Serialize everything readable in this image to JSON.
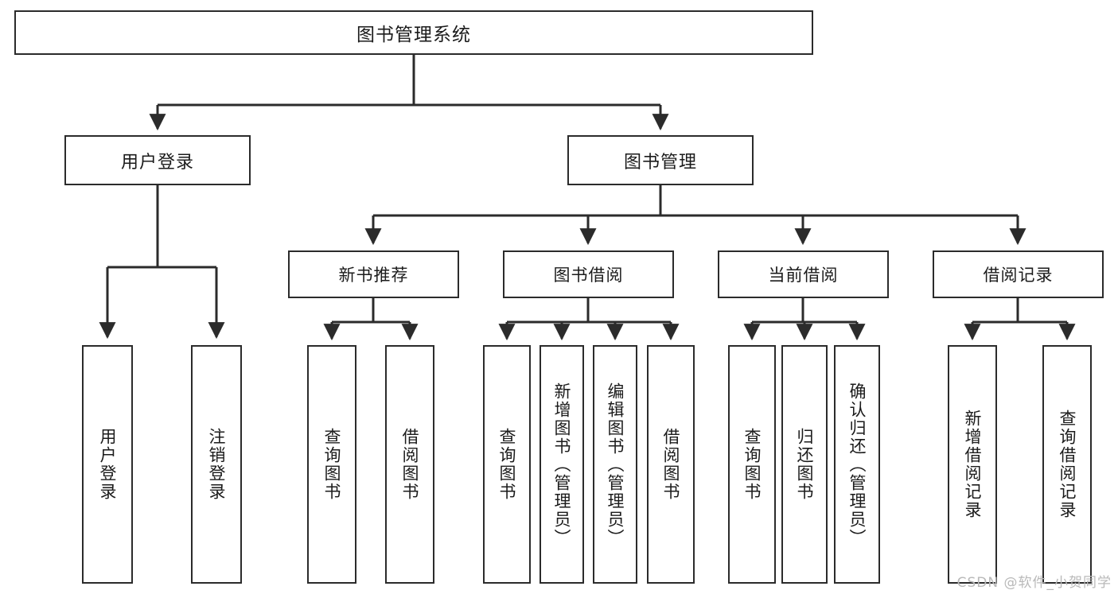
{
  "diagram": {
    "title": "图书管理系统",
    "type": "tree",
    "watermark": "CSDN @软件_小贺同学",
    "colors": {
      "stroke": "#2b2b2b",
      "fill": "#ffffff",
      "text": "#1b1b1b",
      "watermark": "#b9b9b9"
    },
    "nodes": {
      "root": {
        "label": "图书管理系统",
        "level": 1
      },
      "level2": [
        {
          "id": "user-login",
          "label": "用户登录"
        },
        {
          "id": "book-manage",
          "label": "图书管理"
        }
      ],
      "level3": [
        {
          "id": "new-book-recommend",
          "label": "新书推荐",
          "parent": "book-manage"
        },
        {
          "id": "book-borrow",
          "label": "图书借阅",
          "parent": "book-manage"
        },
        {
          "id": "current-borrow",
          "label": "当前借阅",
          "parent": "book-manage"
        },
        {
          "id": "borrow-record",
          "label": "借阅记录",
          "parent": "book-manage"
        }
      ],
      "leaves": [
        {
          "id": "leaf-user-login",
          "label": "用户登录",
          "parent": "user-login"
        },
        {
          "id": "leaf-user-logout",
          "label": "注销登录",
          "parent": "user-login"
        },
        {
          "id": "leaf-query-book-1",
          "label": "查询图书",
          "parent": "new-book-recommend"
        },
        {
          "id": "leaf-borrow-book-1",
          "label": "借阅图书",
          "parent": "new-book-recommend"
        },
        {
          "id": "leaf-query-book-2",
          "label": "查询图书",
          "parent": "book-borrow"
        },
        {
          "id": "leaf-add-book",
          "label": "新增图书（管理员）",
          "parent": "book-borrow"
        },
        {
          "id": "leaf-edit-book",
          "label": "编辑图书（管理员）",
          "parent": "book-borrow"
        },
        {
          "id": "leaf-borrow-book-2",
          "label": "借阅图书",
          "parent": "book-borrow"
        },
        {
          "id": "leaf-query-book-3",
          "label": "查询图书",
          "parent": "current-borrow"
        },
        {
          "id": "leaf-return-book",
          "label": "归还图书",
          "parent": "current-borrow"
        },
        {
          "id": "leaf-confirm-return",
          "label": "确认归还（管理员）",
          "parent": "current-borrow"
        },
        {
          "id": "leaf-add-record",
          "label": "新增借阅记录",
          "parent": "borrow-record"
        },
        {
          "id": "leaf-query-record",
          "label": "查询借阅记录",
          "parent": "borrow-record"
        }
      ]
    }
  }
}
